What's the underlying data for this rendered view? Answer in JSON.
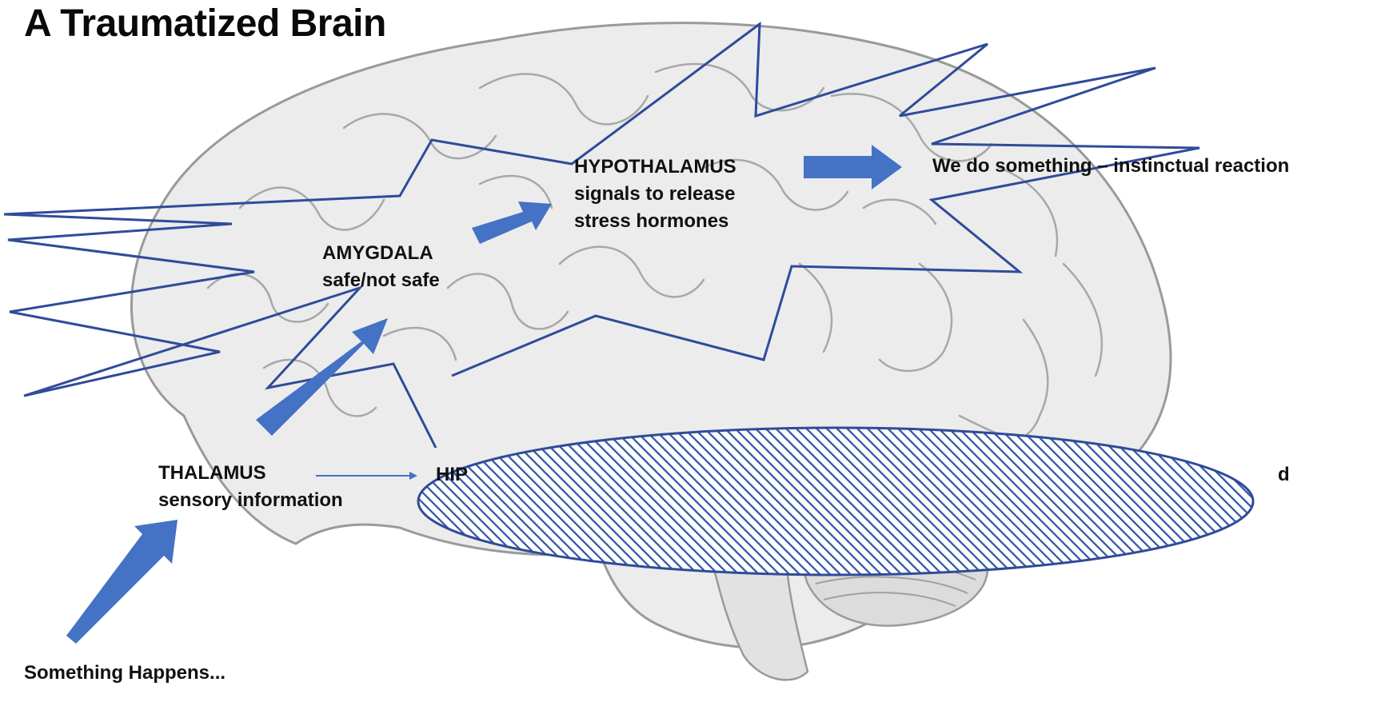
{
  "title": "A Traumatized Brain",
  "labels": {
    "amygdala": {
      "name": "AMYGDALA",
      "desc": "safe/not safe"
    },
    "hypothalamus": {
      "name": "HYPOTHALAMUS",
      "line2": "signals to release",
      "line3": "stress hormones"
    },
    "thalamus": {
      "name": "THALAMUS",
      "desc": "sensory information"
    },
    "hippocampus_partial": "HIP",
    "reaction": "We do something – instinctual reaction",
    "right_partial": "d",
    "trigger": "Something Happens..."
  },
  "colors": {
    "arrow": "#4472c4",
    "lightning": "#2f4b9a",
    "brain_fill": "#ececec",
    "brain_line": "#9a9a9a",
    "hatch": "#2f55a6"
  }
}
